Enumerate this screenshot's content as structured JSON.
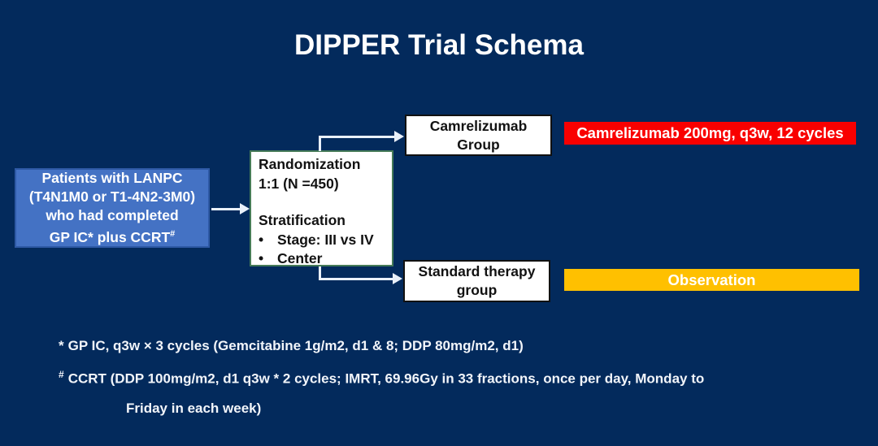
{
  "title": "DIPPER Trial Schema",
  "patients_box": {
    "line1": "Patients with LANPC",
    "line2": "(T4N1M0 or T1-4N2-3M0)",
    "line3": "who had completed",
    "line4_main": "GP IC* plus CCRT",
    "line4_sup": "#"
  },
  "randomization_box": {
    "line1": "Randomization",
    "line2": "1:1 (N =450)",
    "heading": "Stratification",
    "bullet_char": "•",
    "bullets": [
      "Stage: III vs IV",
      "Center"
    ]
  },
  "arms": {
    "camrelizumab": {
      "line1": "Camrelizumab",
      "line2": "Group"
    },
    "standard": {
      "line1": "Standard therapy",
      "line2": "group"
    }
  },
  "strips": {
    "camrelizumab": "Camrelizumab 200mg, q3w, 12 cycles",
    "observation": "Observation"
  },
  "footnotes": {
    "f1_marker": "*",
    "f1_text": "GP IC, q3w × 3 cycles (Gemcitabine 1g/m2, d1 & 8; DDP 80mg/m2, d1)",
    "f2_marker": "#",
    "f2_text": "CCRT (DDP 100mg/m2, d1 q3w * 2 cycles; IMRT, 69.96Gy in 33 fractions, once per day, Monday to",
    "f3_text": "Friday in each week)"
  },
  "colors": {
    "background": "#032A5C",
    "patients_fill": "#4472C4",
    "patients_border": "#2E59A5",
    "randomization_border": "#457A57",
    "camrelizumab_strip_fill": "#F90000",
    "observation_strip_fill": "#FFC000",
    "connector": "#E9F0FA"
  }
}
